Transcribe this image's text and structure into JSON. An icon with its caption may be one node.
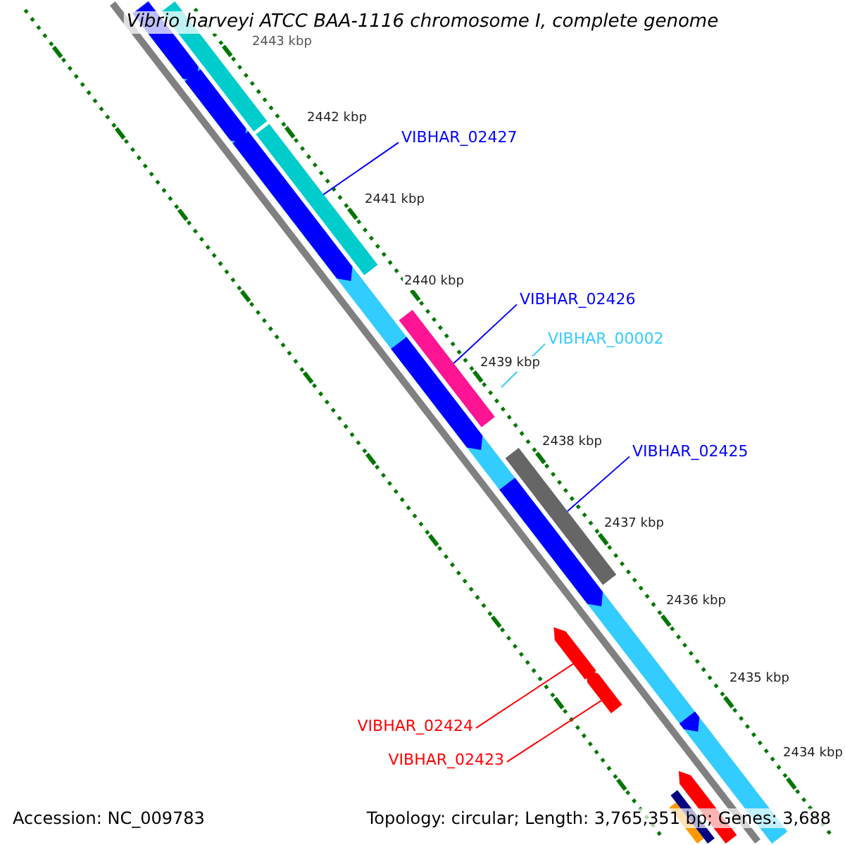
{
  "diagram": {
    "title": "Vibrio harveyi ATCC BAA-1116 chromosome I, complete genome",
    "nodes": [
      {
        "text": [
          "VIBHAR_02427"
        ]
      },
      {
        "text": [],
        "shape": "bar"
      },
      {
        "text": [
          "VIBHAR_02426"
        ]
      },
      {
        "text": [],
        "shape": "bar"
      },
      {
        "text": [
          "VIBHAR_00002"
        ]
      },
      {
        "text": [
          "VIBHAR_02425"
        ]
      },
      {
        "text": [],
        "shape": "bar"
      },
      {
        "text": [
          "VIBHAR_02424"
        ]
      },
      {
        "text": [],
        "shape": "bar"
      },
      {
        "text": [
          "VIBHAR_02423"
        ]
      },
      {
        "text": [],
        "shape": "bar"
      },
      {
        "text": [],
        "shape": "bar"
      },
      {
        "text": [],
        "shape": "bar"
      },
      {
        "text": [],
        "shape": "bar"
      },
      {
        "text": [],
        "shape": "bar"
      }
    ],
    "edges": [
      {
        "from": 0,
        "to": 1,
        "arrow": "none"
      },
      {
        "from": 2,
        "to": 3,
        "arrow": "none"
      },
      {
        "from": 4,
        "to": null,
        "arrow": "none",
        "color": "#33ccff"
      },
      {
        "from": 5,
        "to": 6,
        "arrow": "none"
      },
      {
        "from": 7,
        "to": 8,
        "arrow": "none",
        "color": "#ff0000"
      },
      {
        "from": 9,
        "to": 10,
        "arrow": "none",
        "color": "#ff0000"
      }
    ],
    "labels": [
      "2443 kbp",
      "2442 kbp",
      "2441 kbp",
      "2440 kbp",
      "2439 kbp",
      "2438 kbp",
      "2437 kbp",
      "2436 kbp",
      "2435 kbp",
      "2434 kbp",
      "Accession: NC_009783",
      "Topology: circular; Length: 3,765,351 bp; Genes: 3,688"
    ]
  }
}
